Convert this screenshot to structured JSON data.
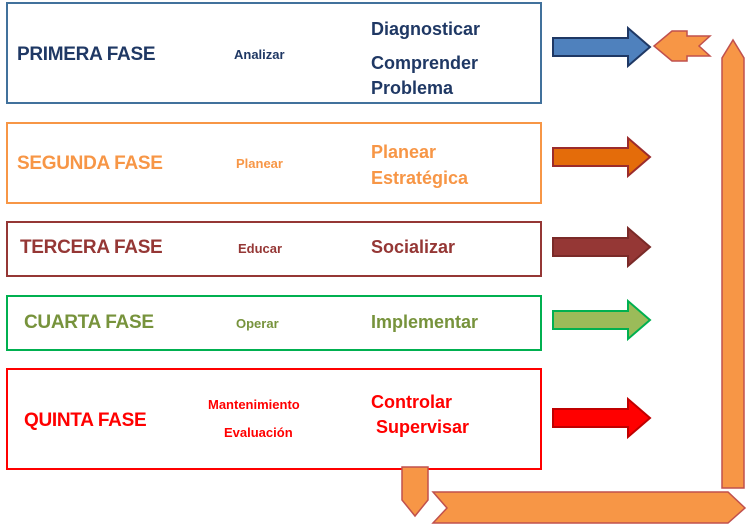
{
  "phases": [
    {
      "name": "PRIMERA FASE",
      "verb_lines": [
        "Analizar"
      ],
      "action_lines": [
        "Diagnosticar",
        "Comprender",
        "Problema"
      ],
      "text_color": "#1f3864",
      "border_color": "#41719c",
      "arrow_fill": "#4f81bd",
      "arrow_stroke": "#1f3864"
    },
    {
      "name": "SEGUNDA FASE",
      "verb_lines": [
        "Planear"
      ],
      "action_lines": [
        "Planear",
        "Estratégica"
      ],
      "text_color": "#f79646",
      "border_color": "#f79646",
      "arrow_fill": "#e46c0a",
      "arrow_stroke": "#9b2c2c"
    },
    {
      "name": "TERCERA FASE",
      "verb_lines": [
        "Educar"
      ],
      "action_lines": [
        "Socializar"
      ],
      "text_color": "#953735",
      "border_color": "#953735",
      "arrow_fill": "#953735",
      "arrow_stroke": "#7a2a28"
    },
    {
      "name": "CUARTA FASE",
      "verb_lines": [
        "Operar"
      ],
      "action_lines": [
        "Implementar"
      ],
      "text_color": "#77933c",
      "border_color": "#00b050",
      "arrow_fill": "#9bbb59",
      "arrow_stroke": "#00b050"
    },
    {
      "name": "QUINTA FASE",
      "verb_lines": [
        "Mantenimiento",
        "Evaluación"
      ],
      "action_lines": [
        "Controlar",
        " Supervisar"
      ],
      "text_color": "#ff0000",
      "border_color": "#ff0000",
      "arrow_fill": "#ff0000",
      "arrow_stroke": "#c00000"
    }
  ],
  "loop_connector": {
    "fill": "#f79646",
    "stroke": "#c0504d"
  }
}
